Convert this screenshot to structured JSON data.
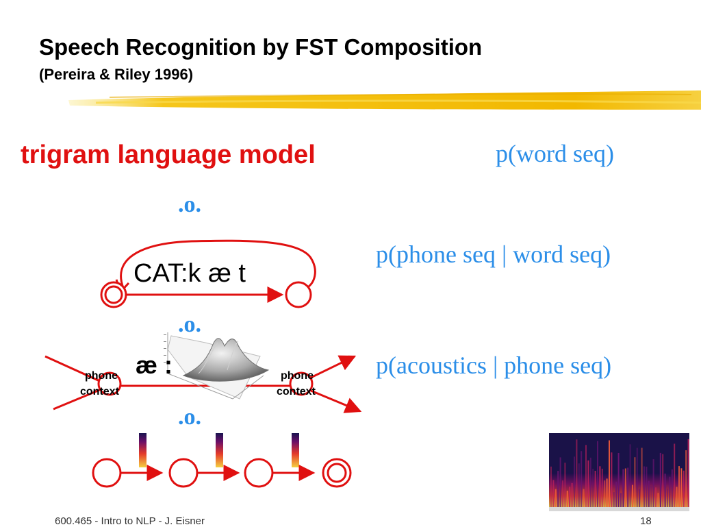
{
  "slide": {
    "title": "Speech Recognition by FST Composition",
    "subtitle": "(Pereira & Riley 1996)",
    "language_model_label": "trigram language model",
    "prob_word_seq": "p(word seq)",
    "prob_phone_given_word": "p(phone seq | word seq)",
    "prob_acoustics_given_phone": "p(acoustics | phone seq)",
    "compose_op_1": ".o.",
    "compose_op_2": ".o.",
    "compose_op_3": ".o.",
    "lexicon_arc_label": "CAT:k æ t",
    "acoustic_arc_label": "æ :",
    "context_left_line1": "phone",
    "context_left_line2": "context",
    "context_right_line1": "phone",
    "context_right_line2": "context"
  },
  "footer": {
    "course": "600.465 - Intro to NLP - J. Eisner",
    "page_number": "18"
  },
  "colors": {
    "title_text": "#000000",
    "red_accent": "#e01010",
    "blue_accent": "#2b8ee8",
    "highlighter_yellow": "#f6c61c"
  },
  "icons": {
    "gaussian_surface": "gaussian-mixture-3d-plot",
    "spectrogram": "spectrogram-image",
    "frame_strip": "acoustic-frame-thumbnail"
  }
}
